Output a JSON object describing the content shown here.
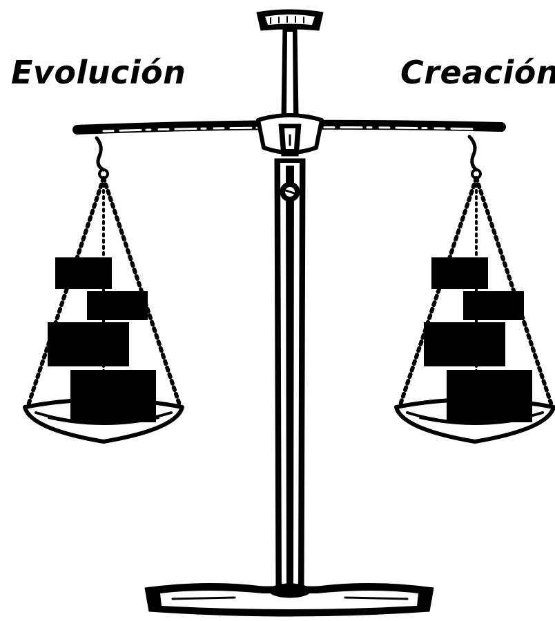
{
  "labels": {
    "left": "Evolución",
    "right": "Creación"
  },
  "illustration": {
    "subject": "balance-scale-icon",
    "left_pan_blocks": 4,
    "right_pan_blocks": 4,
    "ink_color": "#000000",
    "background_color": "#ffffff"
  }
}
